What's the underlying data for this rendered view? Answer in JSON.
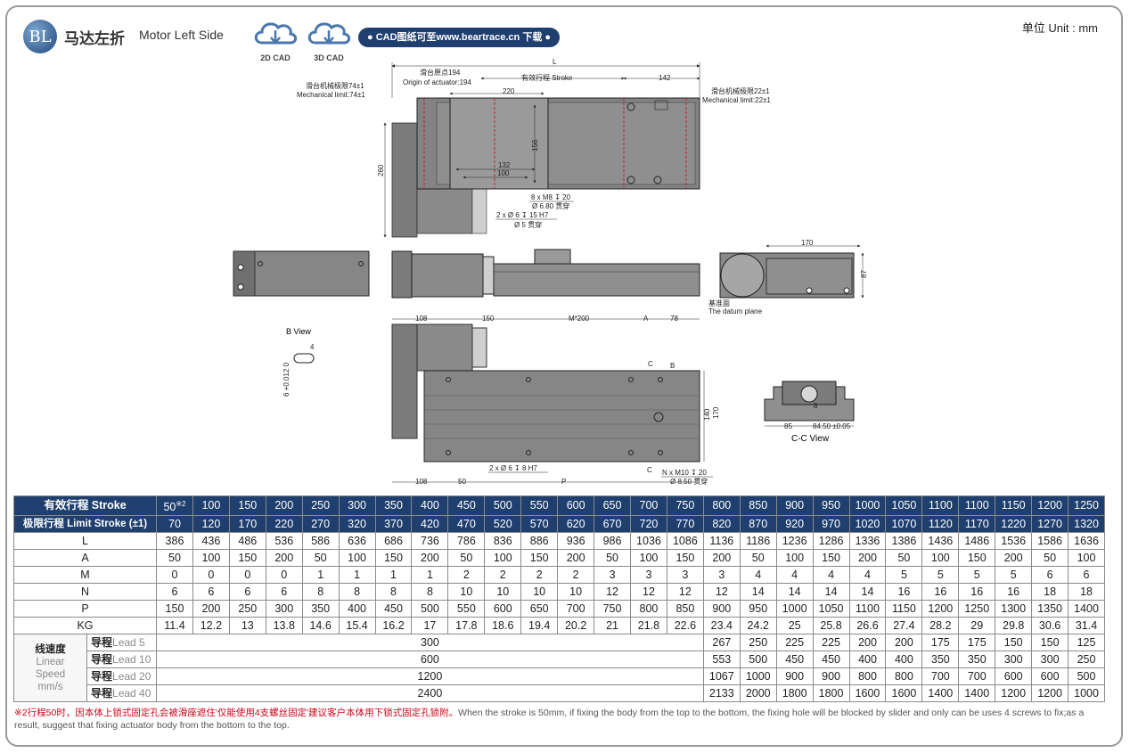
{
  "header": {
    "logo_text": "BL",
    "title_cn": "马达左折",
    "title_en": "Motor Left Side",
    "cad_2d": "2D CAD",
    "cad_3d": "3D CAD",
    "download_pill": "● CAD图纸可至www.beartrace.cn 下载 ●",
    "unit": "单位  Unit : mm"
  },
  "drawing": {
    "dim_L": "L",
    "origin_cn": "滑台原点194",
    "origin_en": "Origin of actuator:194",
    "stroke_label": "有效行程 Stroke",
    "dim_142": "142",
    "mech_left_cn": "滑台机械极限74±1",
    "mech_left_en": "Mechanical limit:74±1",
    "mech_right_cn": "滑台机械极限22±1",
    "mech_right_en": "Mechanical limit:22±1",
    "dim_220": "220",
    "dim_156": "156",
    "dim_260": "260",
    "dim_132": "132",
    "dim_100": "100",
    "hole_m8": "8 x M8 ↧ 20",
    "hole_680": "Ø 6.80 贯穿",
    "hole_pin": "2 x Ø 6 ↧ 15 H7",
    "hole_5": "Ø 5 贯穿",
    "dim_170": "170",
    "dim_87": "87",
    "datum_cn": "基准面",
    "datum_en": "The datum plane",
    "b_view": "B View",
    "b_dim_4": "4",
    "b_dim_6": "6 +0.012 0",
    "dim_108": "108",
    "dim_150": "150",
    "dim_m200": "M*200",
    "dim_A": "A",
    "dim_78": "78",
    "label_C": "C",
    "label_B": "B",
    "dim_140": "140",
    "dim_170b": "170",
    "dim_50": "50",
    "dim_P": "P",
    "bottom_pin": "2 x Ø 6 ↧ 8 H7",
    "bottom_m10": "N x M10 ↧ 20",
    "bottom_850": "Ø 8.50 贯穿",
    "cc_85": "85",
    "cc_8450": "84.50 ±0.05",
    "cc_8": "8",
    "cc_view": "C-C View"
  },
  "table": {
    "stroke_label": "有效行程 Stroke",
    "stroke_values": [
      "50",
      "100",
      "150",
      "200",
      "250",
      "300",
      "350",
      "400",
      "450",
      "500",
      "550",
      "600",
      "650",
      "700",
      "750",
      "800",
      "850",
      "900",
      "950",
      "1000",
      "1050",
      "1100",
      "1100",
      "1150",
      "1200",
      "1250"
    ],
    "stroke_first_sup": "※2",
    "limit_label": "极限行程 Limit Stroke (±1)",
    "limit_values": [
      "70",
      "120",
      "170",
      "220",
      "270",
      "320",
      "370",
      "420",
      "470",
      "520",
      "570",
      "620",
      "670",
      "720",
      "770",
      "820",
      "870",
      "920",
      "970",
      "1020",
      "1070",
      "1120",
      "1170",
      "1220",
      "1270",
      "1320"
    ],
    "rows": [
      {
        "label": "L",
        "values": [
          "386",
          "436",
          "486",
          "536",
          "586",
          "636",
          "686",
          "736",
          "786",
          "836",
          "886",
          "936",
          "986",
          "1036",
          "1086",
          "1136",
          "1186",
          "1236",
          "1286",
          "1336",
          "1386",
          "1436",
          "1486",
          "1536",
          "1586",
          "1636"
        ]
      },
      {
        "label": "A",
        "values": [
          "50",
          "100",
          "150",
          "200",
          "50",
          "100",
          "150",
          "200",
          "50",
          "100",
          "150",
          "200",
          "50",
          "100",
          "150",
          "200",
          "50",
          "100",
          "150",
          "200",
          "50",
          "100",
          "150",
          "200",
          "50",
          "100"
        ]
      },
      {
        "label": "M",
        "values": [
          "0",
          "0",
          "0",
          "0",
          "1",
          "1",
          "1",
          "1",
          "2",
          "2",
          "2",
          "2",
          "3",
          "3",
          "3",
          "3",
          "4",
          "4",
          "4",
          "4",
          "5",
          "5",
          "5",
          "5",
          "6",
          "6"
        ]
      },
      {
        "label": "N",
        "values": [
          "6",
          "6",
          "6",
          "6",
          "8",
          "8",
          "8",
          "8",
          "10",
          "10",
          "10",
          "10",
          "12",
          "12",
          "12",
          "12",
          "14",
          "14",
          "14",
          "14",
          "16",
          "16",
          "16",
          "16",
          "18",
          "18"
        ]
      },
      {
        "label": "P",
        "values": [
          "150",
          "200",
          "250",
          "300",
          "350",
          "400",
          "450",
          "500",
          "550",
          "600",
          "650",
          "700",
          "750",
          "800",
          "850",
          "900",
          "950",
          "1000",
          "1050",
          "1100",
          "1150",
          "1200",
          "1250",
          "1300",
          "1350",
          "1400"
        ]
      },
      {
        "label": "KG",
        "values": [
          "11.4",
          "12.2",
          "13",
          "13.8",
          "14.6",
          "15.4",
          "16.2",
          "17",
          "17.8",
          "18.6",
          "19.4",
          "20.2",
          "21",
          "21.8",
          "22.6",
          "23.4",
          "24.2",
          "25",
          "25.8",
          "26.6",
          "27.4",
          "28.2",
          "29",
          "29.8",
          "30.6",
          "31.4"
        ]
      }
    ],
    "linear_speed_cn": "线速度",
    "linear_speed_en1": "Linear",
    "linear_speed_en2": "Speed",
    "linear_speed_unit": "mm/s",
    "lead_cn": "导程",
    "speed_rows": [
      {
        "lead": "Lead 5",
        "span": "300",
        "values": [
          "267",
          "250",
          "225",
          "225",
          "200",
          "200",
          "175",
          "175",
          "150",
          "150",
          "125"
        ]
      },
      {
        "lead": "Lead 10",
        "span": "600",
        "values": [
          "553",
          "500",
          "450",
          "450",
          "400",
          "400",
          "350",
          "350",
          "300",
          "300",
          "250"
        ]
      },
      {
        "lead": "Lead 20",
        "span": "1200",
        "values": [
          "1067",
          "1000",
          "900",
          "900",
          "800",
          "800",
          "700",
          "700",
          "600",
          "600",
          "500"
        ]
      },
      {
        "lead": "Lead 40",
        "span": "2400",
        "values": [
          "2133",
          "2000",
          "1800",
          "1800",
          "1600",
          "1600",
          "1400",
          "1400",
          "1200",
          "1200",
          "1000"
        ]
      }
    ]
  },
  "note": {
    "cn": "※2行程50时，因本体上锁式固定孔会被滑座遮住'仅能使用4支螺丝固定'建议客户本体用下锁式固定孔锁附。",
    "en": "When the stroke is 50mm, if fixing the body from the top to the bottom, the fixing hole will be blocked by slider and only can be uses 4 screws to fix;as a result, suggest that fixing actuator body from the bottom to the top."
  },
  "colors": {
    "header_blue": "#1f3f6e",
    "body_gray": "#7b7b7b",
    "note_red": "#d0021b"
  }
}
